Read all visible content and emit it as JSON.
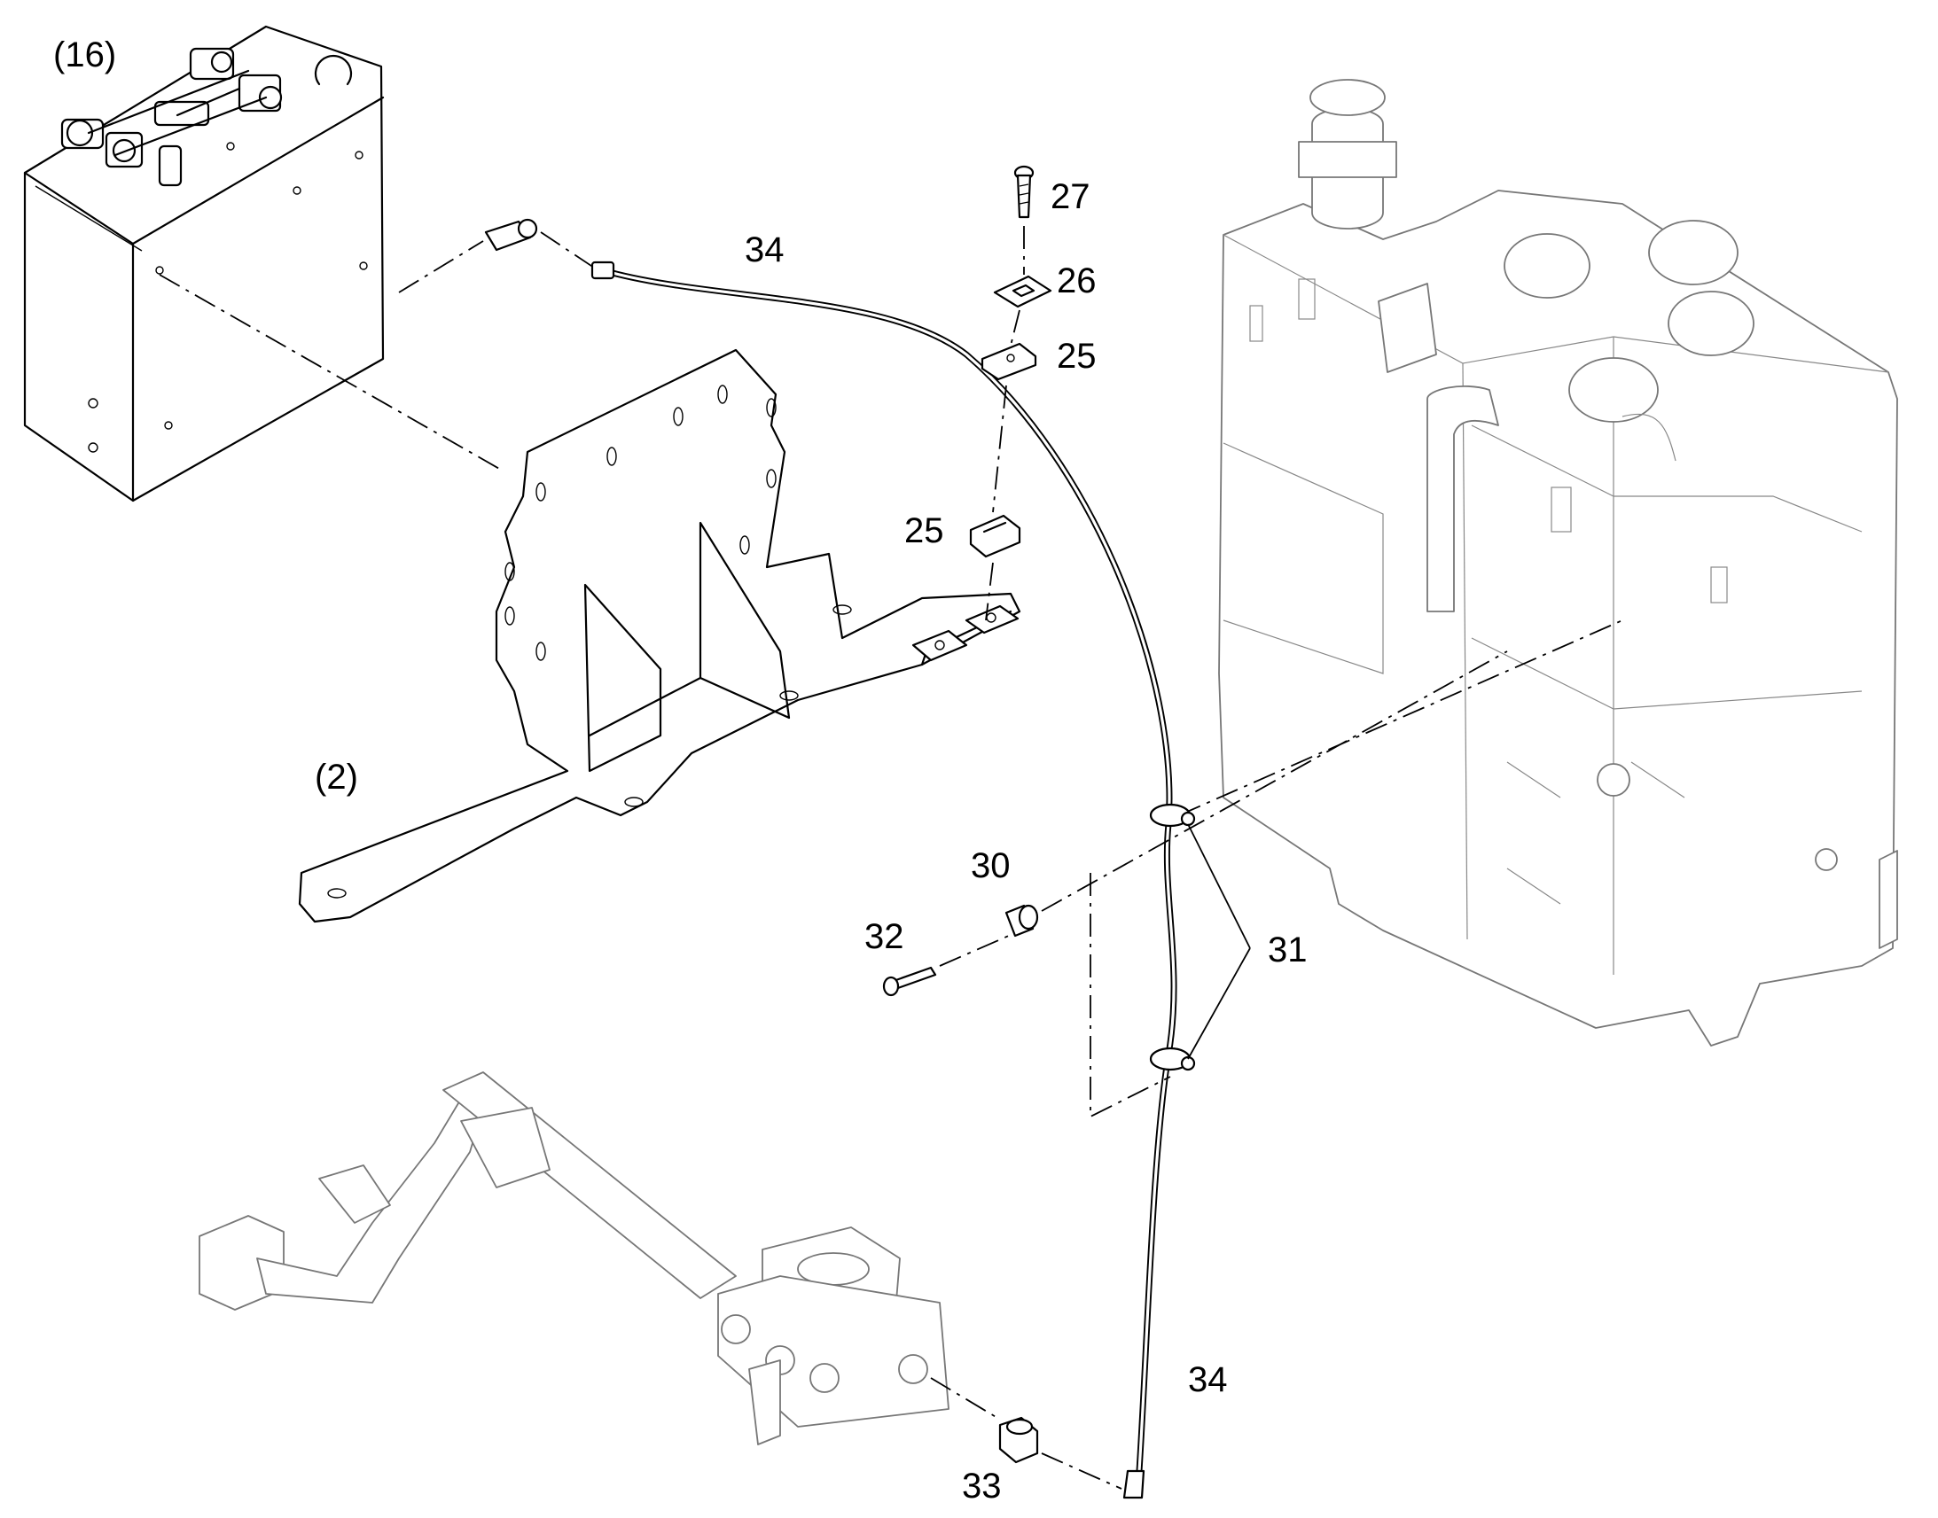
{
  "callouts": [
    {
      "id": "c16",
      "text": "(16)"
    },
    {
      "id": "c2",
      "text": "(2)"
    },
    {
      "id": "c34a",
      "text": "34"
    },
    {
      "id": "c27",
      "text": "27"
    },
    {
      "id": "c26",
      "text": "26"
    },
    {
      "id": "c25a",
      "text": "25"
    },
    {
      "id": "c25b",
      "text": "25"
    },
    {
      "id": "c30",
      "text": "30"
    },
    {
      "id": "c32",
      "text": "32"
    },
    {
      "id": "c31",
      "text": "31"
    },
    {
      "id": "c34b",
      "text": "34"
    },
    {
      "id": "c33",
      "text": "33"
    }
  ]
}
